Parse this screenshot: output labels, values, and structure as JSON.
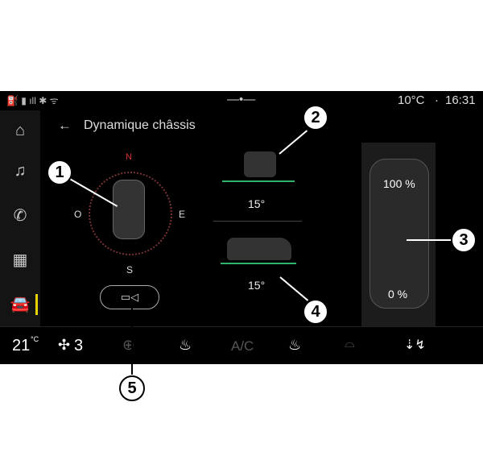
{
  "status": {
    "temperature": "10°C",
    "separator": "·",
    "time": "16:31"
  },
  "header": {
    "title": "Dynamique châssis"
  },
  "compass": {
    "n": "N",
    "o": "O",
    "e": "E",
    "s": "S"
  },
  "pitch": {
    "angle": "15°"
  },
  "roll": {
    "angle": "15°"
  },
  "suspension": {
    "top": "100 %",
    "bottom": "0 %"
  },
  "bottom": {
    "temp": "21",
    "temp_unit": "°C",
    "fan": "3",
    "ac": "A/C"
  },
  "callouts": [
    "1",
    "2",
    "3",
    "4",
    "5"
  ],
  "colors": {
    "accent": "#e8d200",
    "level": "#2fb36a",
    "north": "#d33"
  }
}
